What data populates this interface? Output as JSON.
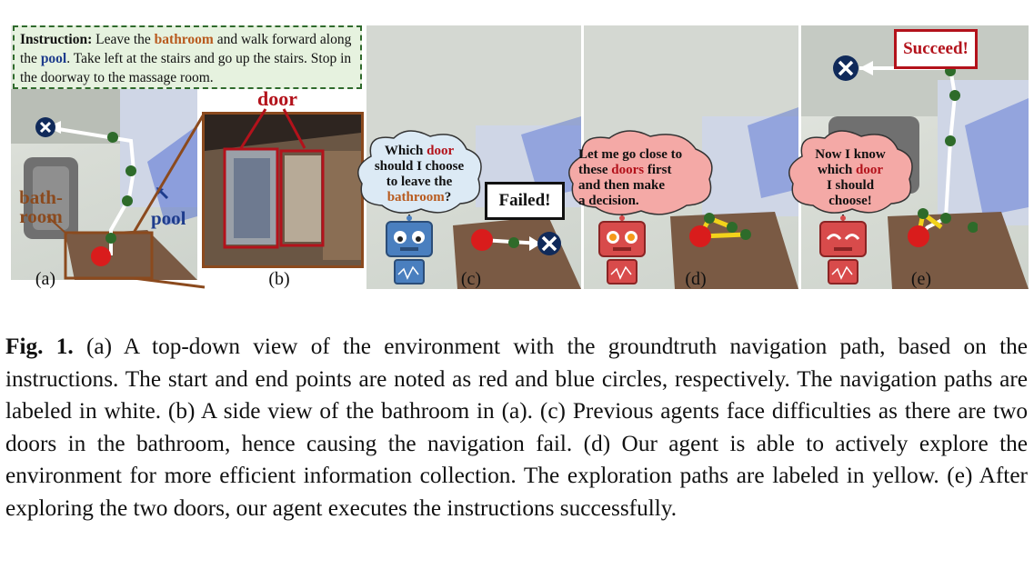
{
  "figure": {
    "instruction_prefix": "Instruction:",
    "instruction_line1_a": "Leave the",
    "instruction_bathroom": "bathroom",
    "instruction_line1_b": "and walk forward",
    "instruction_line2_a": "along the",
    "instruction_pool": "pool",
    "instruction_line2_b": ". Take left at the stairs and go up the",
    "instruction_line3": "stairs. Stop in the doorway to the massage room.",
    "label_bathroom_1": "bath-",
    "label_bathroom_2": "room",
    "label_pool": "pool",
    "label_door": "door",
    "panel_labels": [
      "(a)",
      "(b)",
      "(c)",
      "(d)",
      "(e)"
    ],
    "bubble_c": [
      "Which",
      "door",
      "should I choose",
      "to leave the",
      "bathroom",
      "?"
    ],
    "bubble_d": [
      "Let me go close to",
      "these",
      "doors",
      "first",
      "and then make",
      "a decision."
    ],
    "bubble_e": [
      "Now I know",
      "which",
      "door",
      "I should",
      "choose!"
    ],
    "failed_text": "Failed!",
    "succeed_text": "Succeed!",
    "colors": {
      "bathroom_brown": "#8b4a1e",
      "pool_blue": "#1e3c8c",
      "door_red": "#b3121b",
      "path_green": "#2e6b2a",
      "explore_yellow": "#f2d21b",
      "start_red": "#d91c1c",
      "end_navy": "#102a5a"
    }
  },
  "caption": {
    "fig_label": "Fig. 1.",
    "text": "(a) A top-down view of the environment with the groundtruth navigation path, based on the instructions. The start and end points are noted as red and blue circles, respectively. The navigation paths are labeled in white. (b) A side view of the bathroom in (a). (c) Previous agents face difficulties as there are two doors in the bathroom, hence causing the navigation fail. (d) Our agent is able to actively explore the environment for more efficient information collection. The exploration paths are labeled in yellow. (e) After exploring the two doors, our agent executes the instructions successfully."
  }
}
